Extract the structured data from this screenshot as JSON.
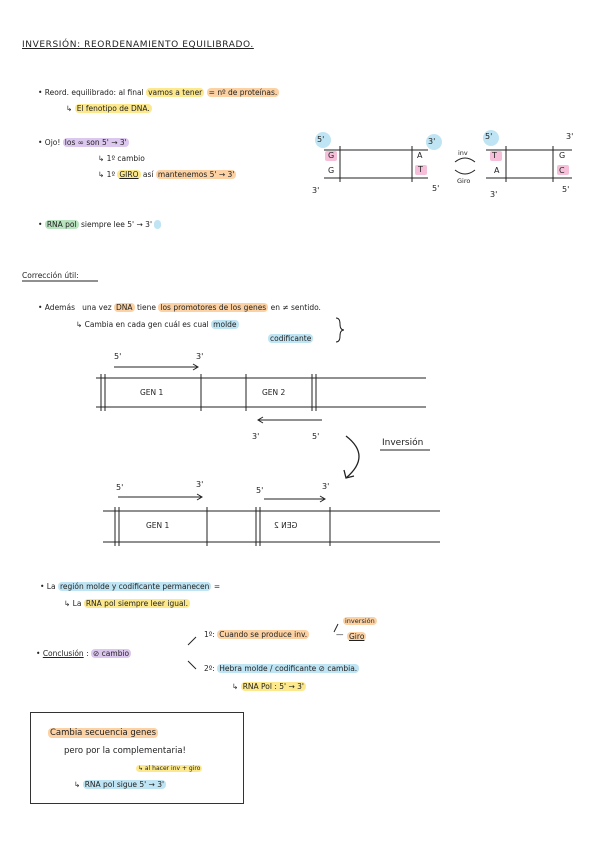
{
  "title": "INVERSIÓN: REORDENAMIENTO EQUILIBRADO.",
  "bullet1": {
    "prefix": "• Reord. equilibrado: al final",
    "h1": "vamos a tener",
    "h2": "= nº de proteínas.",
    "sub_arrow": "↳",
    "sub": "El fenotipo de DNA."
  },
  "bullet2": {
    "prefix": "• Ojo!",
    "h1": "los ∞ son 5' → 3'",
    "line2": "↳ 1º cambio",
    "line3_a": "↳ 1º",
    "line3_giro": "GIRO",
    "line3_b": "así",
    "line3_c": "mantenemos 5' → 3'"
  },
  "bullet3": {
    "prefix": "•",
    "h1": "RNA pol",
    "rest": "siempre lee 5' → 3'"
  },
  "dna1": {
    "tl": "5'",
    "tr": "3'",
    "bl": "3'",
    "br": "5'",
    "top_left_base": "G",
    "bot_left_base": "G",
    "top_right_base": "A",
    "bot_right_base": "T",
    "mid_top": "inv",
    "mid_bot": "Giro"
  },
  "dna2": {
    "tl": "5'",
    "tr": "3'",
    "bl": "3'",
    "br": "5'",
    "top_left_base": "T",
    "bot_left_base": "A",
    "top_right_base": "G",
    "bot_right_base": "C"
  },
  "section2": {
    "heading": "Corrección útil:",
    "b1_prefix": "• Además",
    "b1_mid": "una vez",
    "b1_h1": "DNA",
    "b1_mid2": "tiene",
    "b1_h2": "los promotores de los genes",
    "b1_end": "en ≠ sentido.",
    "b2_prefix": "↳ Cambia",
    "b2_mid": "en cada gen cuál es cual",
    "b2_h1": "molde",
    "b2_h2": "codificante"
  },
  "genes1": {
    "gen1": "GEN 1",
    "gen2": "GEN 2",
    "a1_left": "5'",
    "a1_right": "3'",
    "a2_left": "3'",
    "a2_right": "5'"
  },
  "inversion_label": "Inversión",
  "genes2": {
    "gen1": "GEN 1",
    "gen2": "GEN 2",
    "a1_left": "5'",
    "a1_right": "3'",
    "a2_left": "5'",
    "a2_right": "3'"
  },
  "section3": {
    "b1_prefix": "• La",
    "b1_h1": "región molde y codificante permanecen",
    "b1_end": "=",
    "b2_prefix": "↳ La",
    "b2_h1": "RNA pol siempre leer igual.",
    "conc_label": "Conclusión",
    "conc_sep": ":",
    "conc_h": "⊘ cambio",
    "p1_num": "1º:",
    "p1_h": "Cuando se produce inv.",
    "p1_dash": "—",
    "p1_inv": "inversión",
    "p1_giro": "Giro",
    "p2_num": "2º:",
    "p2_h": "Hebra molde / codificante ⊘ cambia.",
    "p3_arrow": "↳",
    "p3_h": "RNA Pol : 5' → 3'"
  },
  "summary": {
    "line1": "Cambia secuencia genes",
    "line2": "pero por la complementaria!",
    "line3": "↳ al hacer inv + giro",
    "line4_arrow": "↳",
    "line4": "RNA pol sigue 5' → 3'"
  }
}
